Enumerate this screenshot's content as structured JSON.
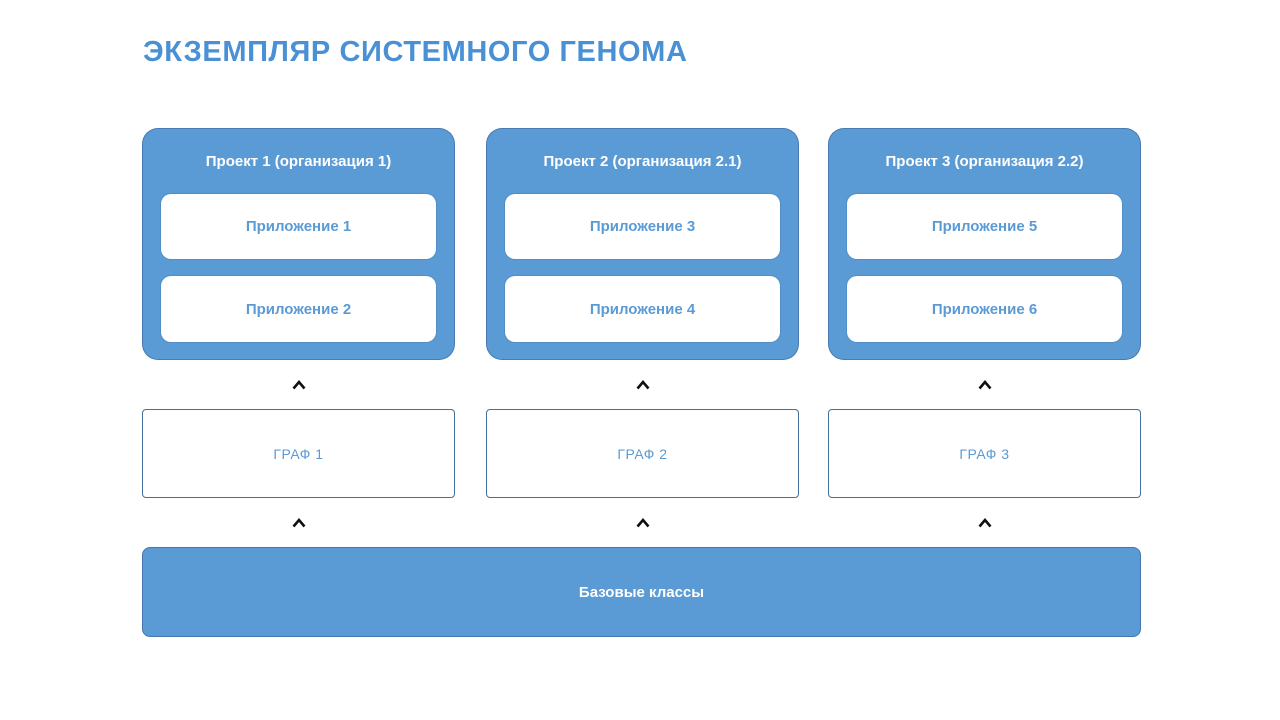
{
  "title": "ЭКЗЕМПЛЯР СИСТЕМНОГО ГЕНОМА",
  "projects": [
    {
      "title": "Проект 1 (организация 1)",
      "apps": [
        "Приложение 1",
        "Приложение 2"
      ]
    },
    {
      "title": "Проект 2 (организация 2.1)",
      "apps": [
        "Приложение 3",
        "Приложение 4"
      ]
    },
    {
      "title": "Проект 3 (организация 2.2)",
      "apps": [
        "Приложение 5",
        "Приложение 6"
      ]
    }
  ],
  "graphs": [
    "ГРАФ 1",
    "ГРАФ 2",
    "ГРАФ 3"
  ],
  "base_classes_label": "Базовые классы",
  "icons": {
    "connector": "chevron-up-icon"
  },
  "colors": {
    "primary_blue": "#5B9BD5",
    "title_text": "#4A90D5",
    "box_text_blue": "#5B9BD5",
    "graph_border": "#41719C",
    "arrow_black": "#111111",
    "background": "#ffffff"
  }
}
